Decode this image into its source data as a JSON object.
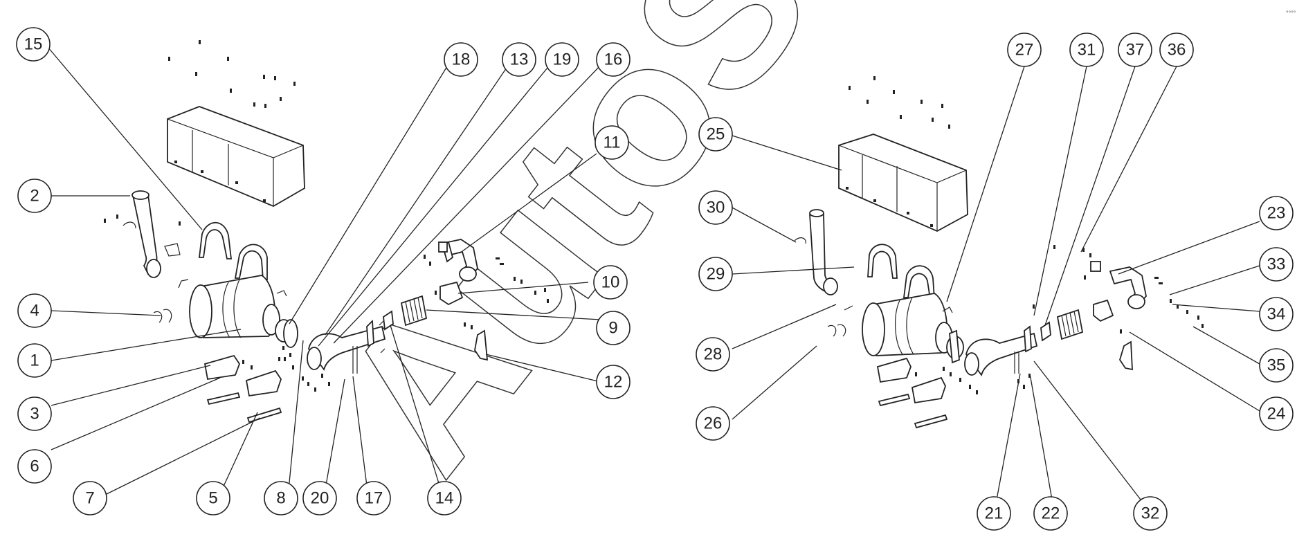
{
  "watermark": "AutoSoft",
  "corner_mark": "°°°°",
  "callouts": [
    {
      "label": "15"
    },
    {
      "label": "2"
    },
    {
      "label": "4"
    },
    {
      "label": "1"
    },
    {
      "label": "3"
    },
    {
      "label": "6"
    },
    {
      "label": "7"
    },
    {
      "label": "5"
    },
    {
      "label": "8"
    },
    {
      "label": "20"
    },
    {
      "label": "17"
    },
    {
      "label": "14"
    },
    {
      "label": "18"
    },
    {
      "label": "13"
    },
    {
      "label": "19"
    },
    {
      "label": "16"
    },
    {
      "label": "11"
    },
    {
      "label": "10"
    },
    {
      "label": "9"
    },
    {
      "label": "12"
    },
    {
      "label": "25"
    },
    {
      "label": "30"
    },
    {
      "label": "29"
    },
    {
      "label": "28"
    },
    {
      "label": "26"
    },
    {
      "label": "27"
    },
    {
      "label": "31"
    },
    {
      "label": "37"
    },
    {
      "label": "36"
    },
    {
      "label": "23"
    },
    {
      "label": "33"
    },
    {
      "label": "34"
    },
    {
      "label": "35"
    },
    {
      "label": "24"
    },
    {
      "label": "21"
    },
    {
      "label": "22"
    },
    {
      "label": "32"
    }
  ]
}
